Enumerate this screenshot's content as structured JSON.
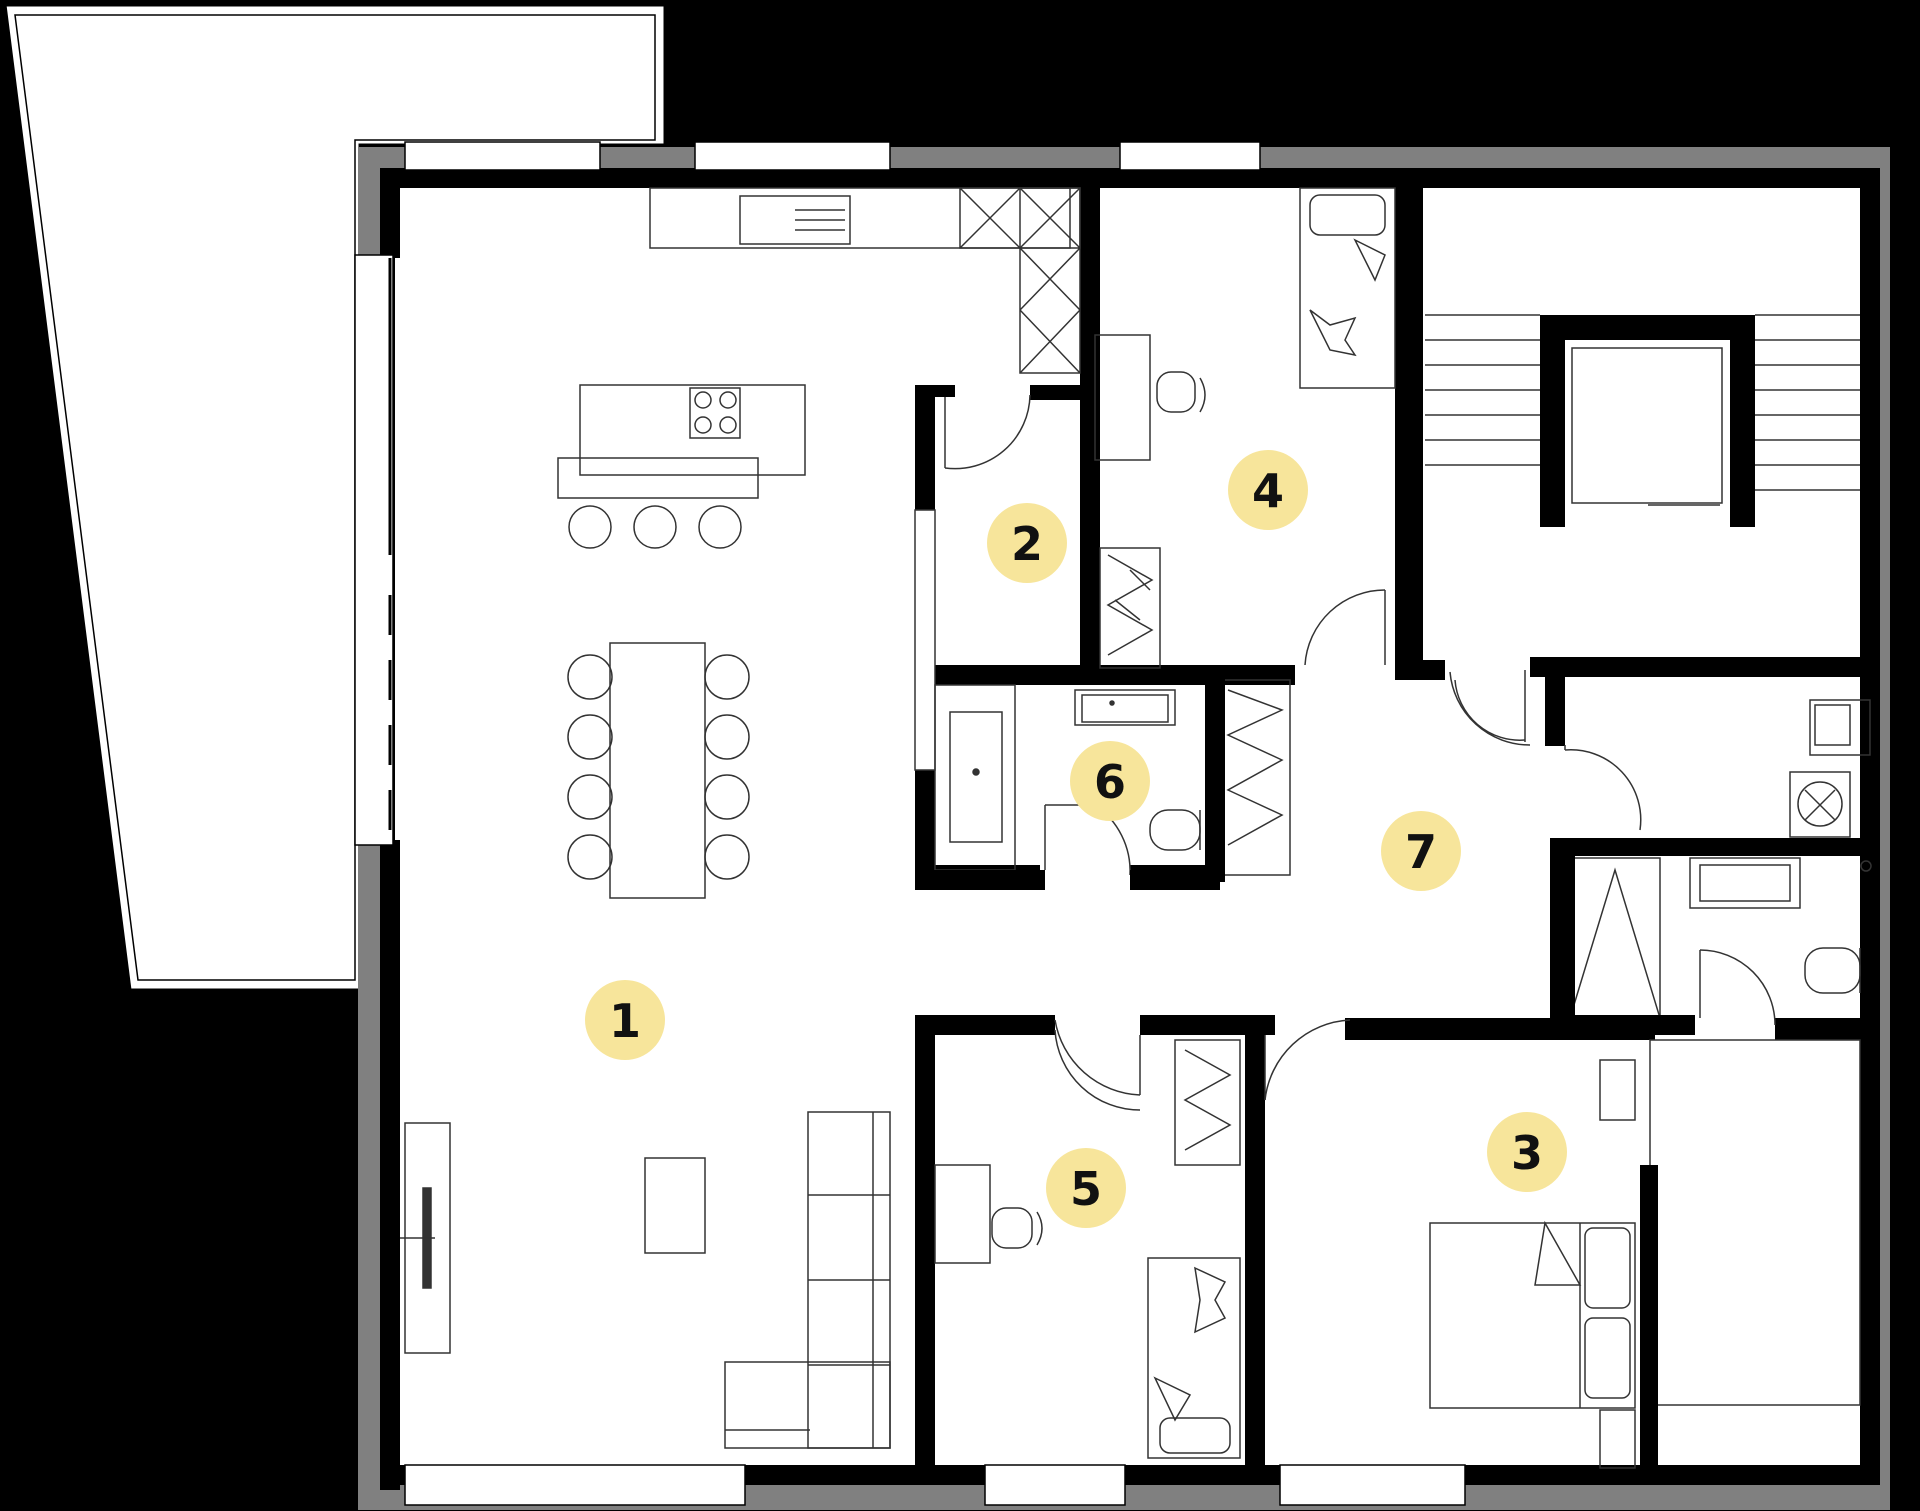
{
  "colors": {
    "background": "#000000",
    "floor": "#ffffff",
    "wall": "#000000",
    "outer_wall": "#808080",
    "line": "#333333",
    "badge": "#f7e59b",
    "badge_text": "#111111"
  },
  "rooms": [
    {
      "id": "1",
      "label": "1"
    },
    {
      "id": "2",
      "label": "2"
    },
    {
      "id": "3",
      "label": "3"
    },
    {
      "id": "4",
      "label": "4"
    },
    {
      "id": "5",
      "label": "5"
    },
    {
      "id": "6",
      "label": "6"
    },
    {
      "id": "7",
      "label": "7"
    }
  ]
}
